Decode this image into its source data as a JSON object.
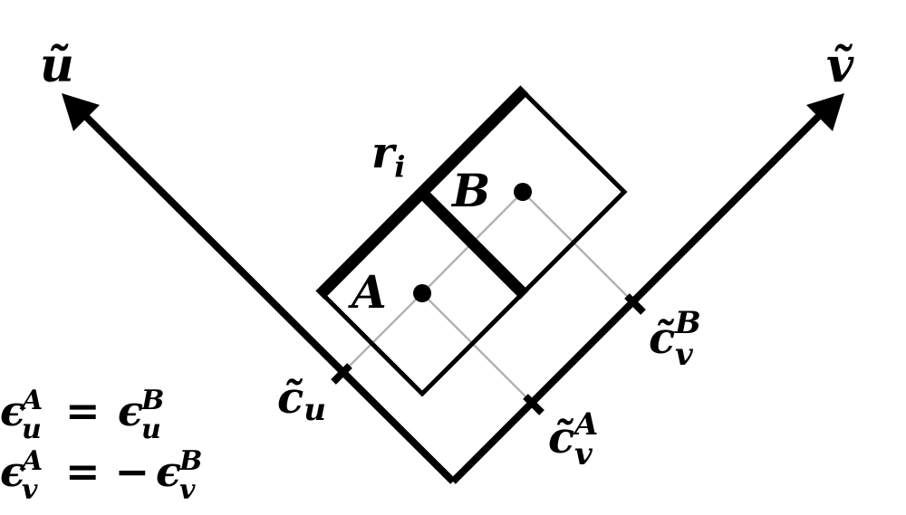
{
  "axes": {
    "u_label": "ũ",
    "v_label": "ṽ"
  },
  "points": {
    "a_label": "A",
    "b_label": "B"
  },
  "edge_label": {
    "base": "r",
    "sub": "i"
  },
  "ticks": {
    "cu": {
      "base": "c̃",
      "sub": "u"
    },
    "cvA": {
      "base": "c̃",
      "sub": "v",
      "sup": "A"
    },
    "cvB": {
      "base": "c̃",
      "sub": "v",
      "sup": "B"
    }
  },
  "equations": {
    "eq1": {
      "lhs_base": "ϵ",
      "lhs_sub": "u",
      "lhs_sup": "A",
      "op": "=",
      "rhs_base": "ϵ",
      "rhs_sub": "u",
      "rhs_sup": "B"
    },
    "eq2": {
      "lhs_base": "ϵ",
      "lhs_sub": "v",
      "lhs_sup": "A",
      "op": "= −",
      "rhs_base": "ϵ",
      "rhs_sub": "v",
      "rhs_sup": "B"
    }
  }
}
